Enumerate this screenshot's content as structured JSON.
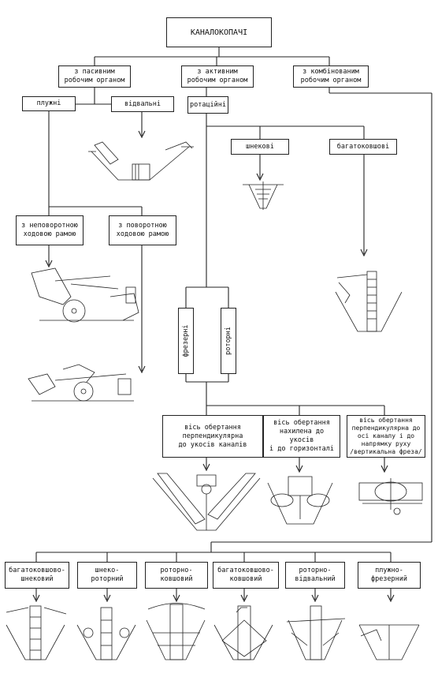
{
  "title": "КАНАЛОКОПАЧІ",
  "level1": {
    "passive": "з пасивним\nробочим органом",
    "active": "з активним\nробочим органом",
    "combined": "з комбінованим\nробочим органом"
  },
  "passive_types": {
    "plough": "плужні",
    "dump": "відвальні"
  },
  "rotary": "ротаційні",
  "rotary_types": {
    "auger": "шнекові",
    "multibucket": "багатоковшові"
  },
  "frames": {
    "non_rotating": "з неповоротною\nходовою рамою",
    "rotating": "з поворотною\nходовою рамою"
  },
  "cutters": {
    "milling": "фрезерні",
    "rotor": "роторні"
  },
  "axes": {
    "perpendicular": "вісь обертання\nперпендикулярна\nдо укосів каналів",
    "inclined": "вісь обертання\nнахилена до укосів\nі до горизонталі",
    "perp_direction": "вісь обертання\nперпендикулярна до\nосі каналу і до\nнапрямку руху\n/вертикальна фреза/"
  },
  "combined_types": [
    "багатоковшово-\nшнековий",
    "шнеко-\nроторний",
    "роторно-\nковшовий",
    "багатоковшово-\nковшовий",
    "роторно-\nвідвальний",
    "плужно-\nфрезерний"
  ]
}
